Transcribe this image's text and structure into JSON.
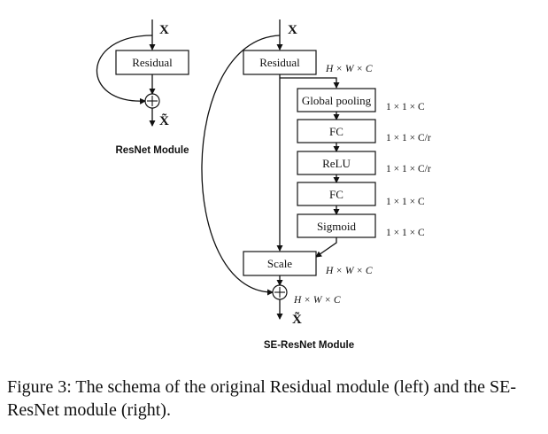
{
  "resnet": {
    "input": "X",
    "residual": "Residual",
    "output": "X̃",
    "title": "ResNet Module"
  },
  "se_resnet": {
    "input": "X",
    "residual": "Residual",
    "residual_dim": "H × W × C",
    "blocks": [
      "Global pooling",
      "FC",
      "ReLU",
      "FC",
      "Sigmoid"
    ],
    "block_shapes": [
      "1 × 1 × C",
      "1 × 1 × C/r",
      "1 × 1 × C/r",
      "1 × 1 × C",
      "1 × 1 × C"
    ],
    "scale": "Scale",
    "scale_dim": "H × W × C",
    "sum_dim": "H × W × C",
    "output": "X̃",
    "title": "SE-ResNet Module"
  },
  "caption": "Figure 3: The schema of the original Residual module (left) and the SE-ResNet module (right)."
}
